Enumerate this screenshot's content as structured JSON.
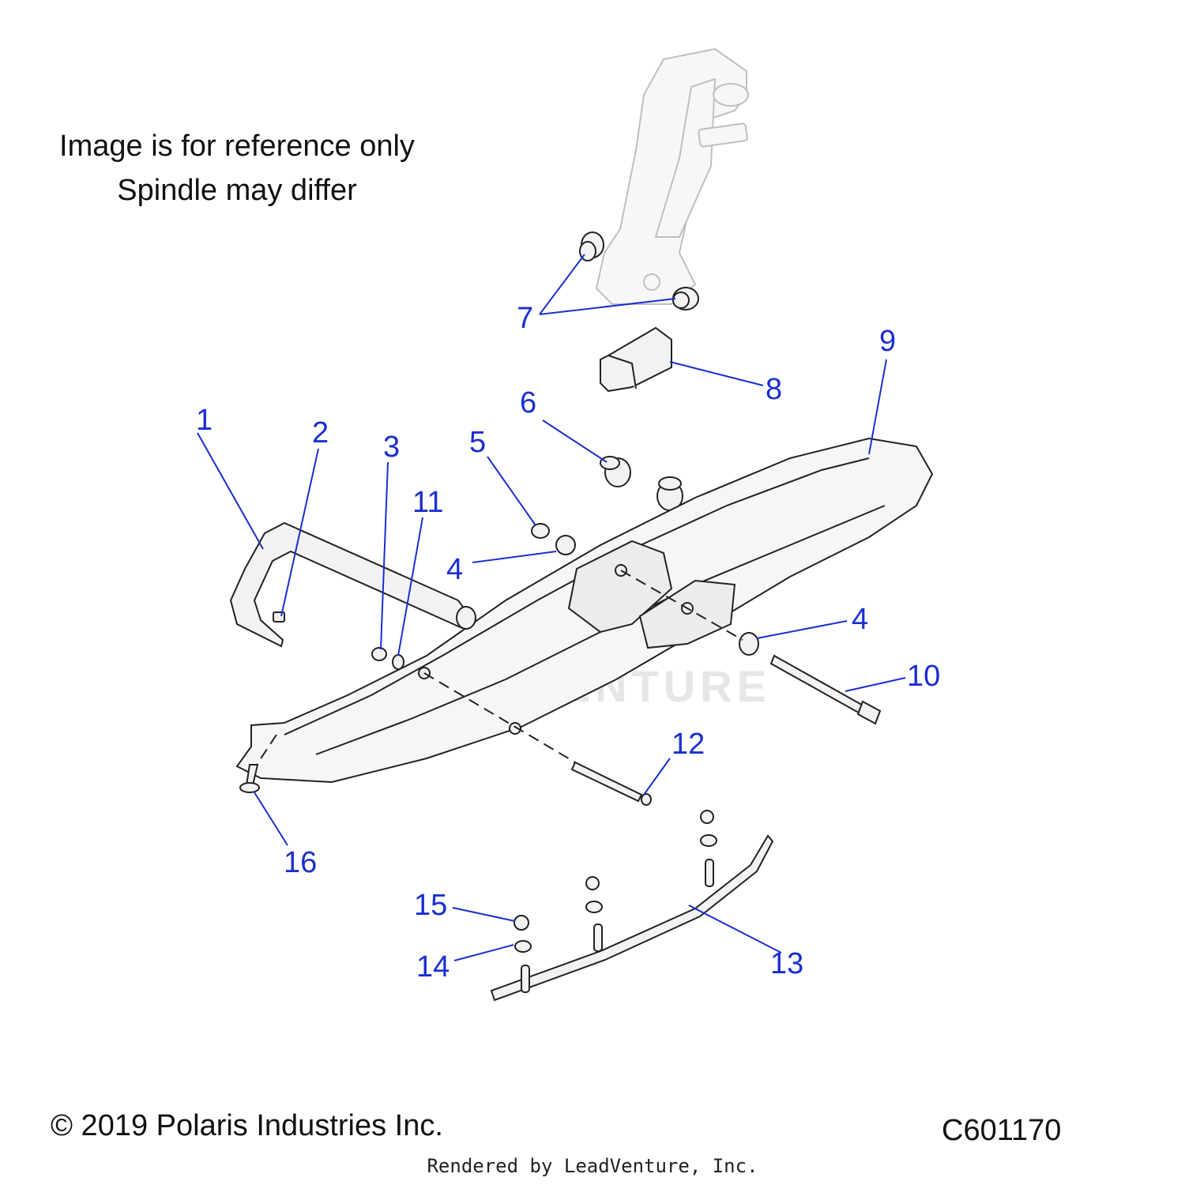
{
  "notes": {
    "line1": "Image is for reference only",
    "line2": "Spindle may differ"
  },
  "watermark": "LEADVENTURE",
  "footer": {
    "copyright": "© 2019 Polaris Industries Inc.",
    "diagram_code": "C601170",
    "rendered_by": "Rendered by LeadVenture, Inc."
  },
  "callouts": {
    "c1": "1",
    "c2": "2",
    "c3": "3",
    "c4a": "4",
    "c4b": "4",
    "c5": "5",
    "c6": "6",
    "c7": "7",
    "c8": "8",
    "c9": "9",
    "c10": "10",
    "c11": "11",
    "c12": "12",
    "c13": "13",
    "c14": "14",
    "c15": "15",
    "c16": "16"
  },
  "colors": {
    "callout": "#1a2fd0",
    "line_art": "#222222",
    "spindle_ghost": "#bfbfbf"
  }
}
